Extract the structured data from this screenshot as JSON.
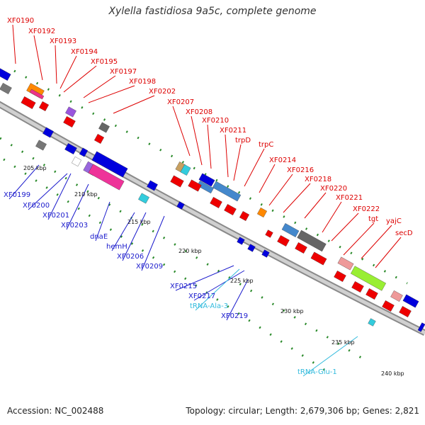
{
  "title": "Xylella fastidiosa 9a5c, complete genome",
  "footer": {
    "accession": "Accession: NC_002488",
    "topology": "Topology: circular; Length: 2,679,306 bp; Genes: 2,821"
  },
  "colors": {
    "top_label": "#dd0000",
    "bottom_label": "#1a1acc",
    "rna_label": "#33bbdd",
    "backbone": "#a6a6a6",
    "dots": "#2a8a2a"
  },
  "kbp_ticks": [
    "205 kbp",
    "210 kbp",
    "215 kbp",
    "220 kbp",
    "225 kbp",
    "230 kbp",
    "235 kbp",
    "240 kbp"
  ],
  "top_labels": [
    "XF0190",
    "XF0192",
    "XF0193",
    "XF0194",
    "XF0195",
    "XF0197",
    "XF0198",
    "XF0202",
    "XF0207",
    "XF0208",
    "XF0210",
    "XF0211",
    "trpD",
    "trpC",
    "XF0214",
    "XF0216",
    "XF0218",
    "XF0220",
    "XF0221",
    "XF0222",
    "tgt",
    "yajC",
    "secD"
  ],
  "bottom_labels": [
    "XF0199",
    "XF0200",
    "XF0201",
    "XF0203",
    "dnaE",
    "hemH",
    "XF0206",
    "XF0209",
    "XF0215",
    "XF0217",
    "XF0219"
  ],
  "rna_labels": [
    "tRNA-Ala-3",
    "tRNA-Glu-1"
  ]
}
